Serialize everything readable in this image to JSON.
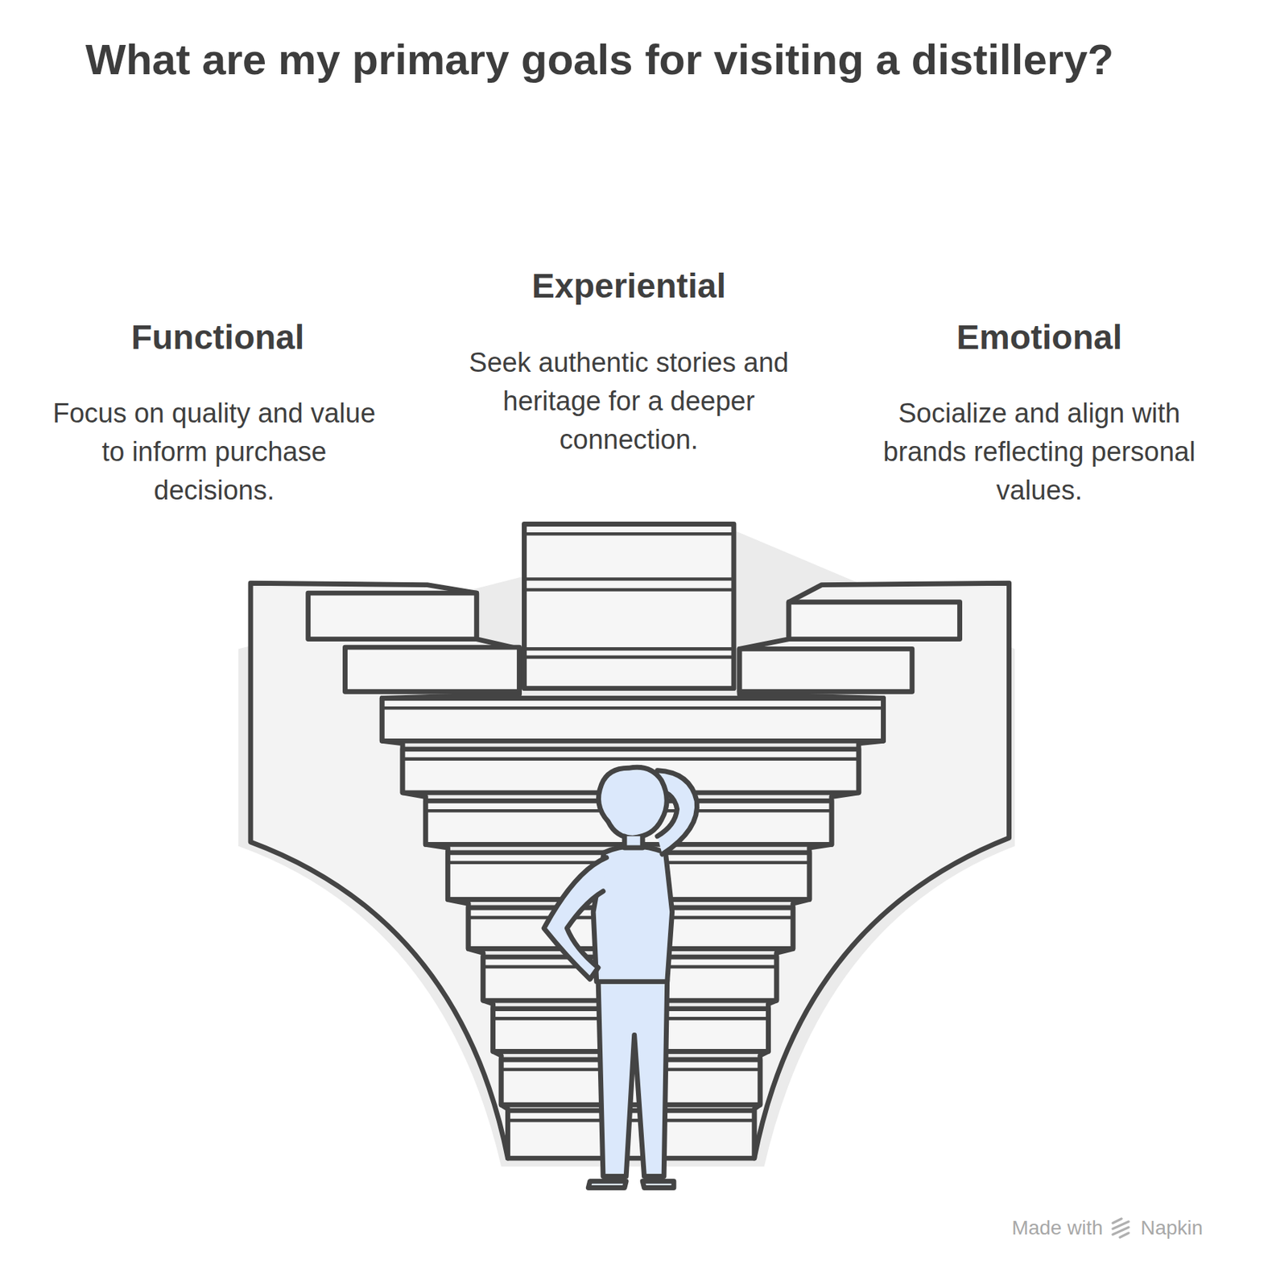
{
  "diagram": {
    "title": "What are my primary goals for visiting a distillery?",
    "labels": [
      "Functional",
      "Focus on quality and value to inform purchase decisions.",
      "Experiential",
      "Seek authentic stories and heritage for a deeper connection.",
      "Emotional",
      "Socialize and align with brands reflecting personal values.",
      "Made with",
      "Napkin"
    ]
  }
}
